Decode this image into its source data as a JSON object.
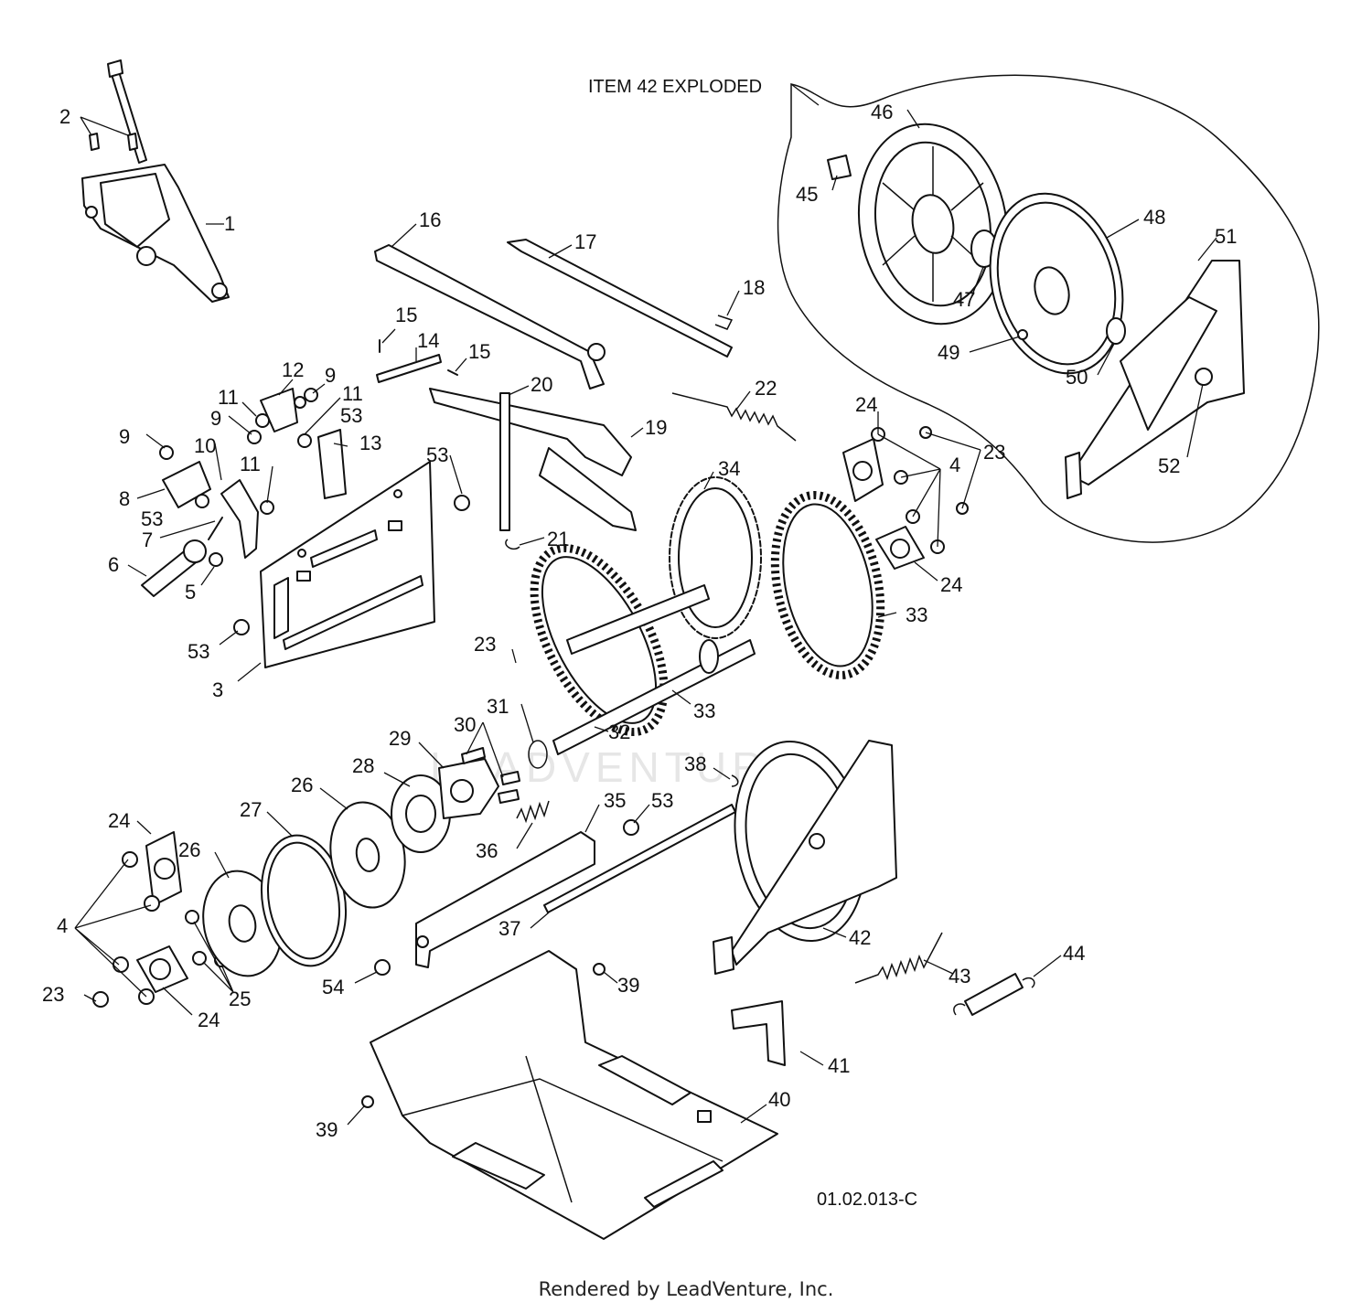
{
  "labels": {
    "p1": "1",
    "p2": "2",
    "p3": "3",
    "p4": "4",
    "p5": "5",
    "p6": "6",
    "p7": "7",
    "p8": "8",
    "p9": "9",
    "p10": "10",
    "p11": "11",
    "p12": "12",
    "p13": "13",
    "p14": "14",
    "p15": "15",
    "p16": "16",
    "p17": "17",
    "p18": "18",
    "p19": "19",
    "p20": "20",
    "p21": "21",
    "p22": "22",
    "p23": "23",
    "p24": "24",
    "p25": "25",
    "p26": "26",
    "p27": "27",
    "p28": "28",
    "p29": "29",
    "p30": "30",
    "p31": "31",
    "p32": "32",
    "p33": "33",
    "p34": "34",
    "p35": "35",
    "p36": "36",
    "p37": "37",
    "p38": "38",
    "p39": "39",
    "p40": "40",
    "p41": "41",
    "p42": "42",
    "p43": "43",
    "p44": "44",
    "p45": "45",
    "p46": "46",
    "p47": "47",
    "p48": "48",
    "p49": "49",
    "p50": "50",
    "p51": "51",
    "p52": "52",
    "p53": "53",
    "p54": "54"
  },
  "exploded_caption": "ITEM 42 EXPLODED",
  "drawing_number": "01.02.013-C",
  "watermark": "LEADVENTURE",
  "credit": "Rendered by LeadVenture, Inc."
}
